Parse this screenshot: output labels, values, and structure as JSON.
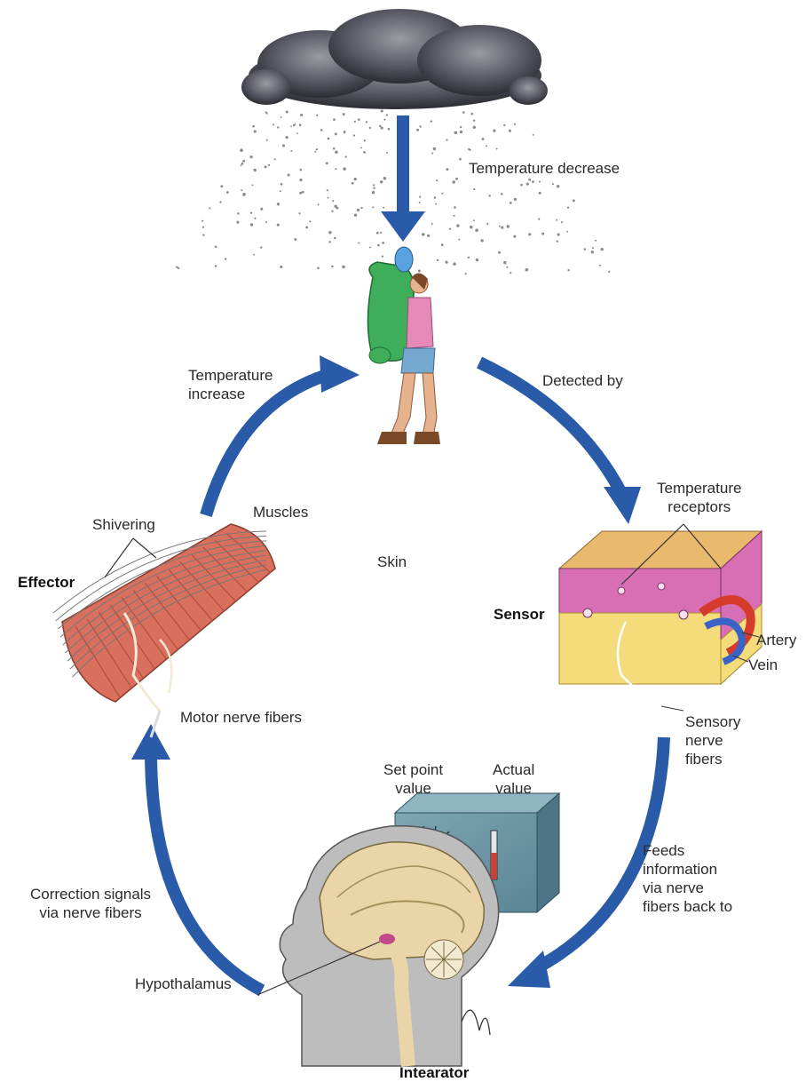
{
  "labels": {
    "temperature_decrease": "Temperature decrease",
    "detected_by": "Detected by",
    "temperature_increase": "Temperature\nincrease",
    "temperature_receptors": "Temperature\nreceptors",
    "shivering": "Shivering",
    "muscles": "Muscles",
    "skin": "Skin",
    "effector": "Effector",
    "sensor": "Sensor",
    "artery": "Artery",
    "vein": "Vein",
    "motor_nerve_fibers": "Motor nerve fibers",
    "sensory_nerve_fibers": "Sensory\nnerve\nfibers",
    "set_point_value": "Set point\nvalue",
    "actual_value": "Actual\nvalue",
    "feeds_information": "Feeds\ninformation\nvia nerve\nfibers back to",
    "correction_signals": "Correction signals\nvia nerve fibers",
    "hypothalamus": "Hypothalamus",
    "integrator": "Intearator"
  },
  "colors": {
    "arrow_blue": "#2a5ba8",
    "cloud": "#5a5a66",
    "muscle": "#d9705e",
    "skin_top": "#e9b96e",
    "skin_pink": "#d86fb4",
    "fat": "#f4dc7a",
    "box": "#6b94a3",
    "brain": "#e9d5a8",
    "head": "#bdbdbd"
  }
}
